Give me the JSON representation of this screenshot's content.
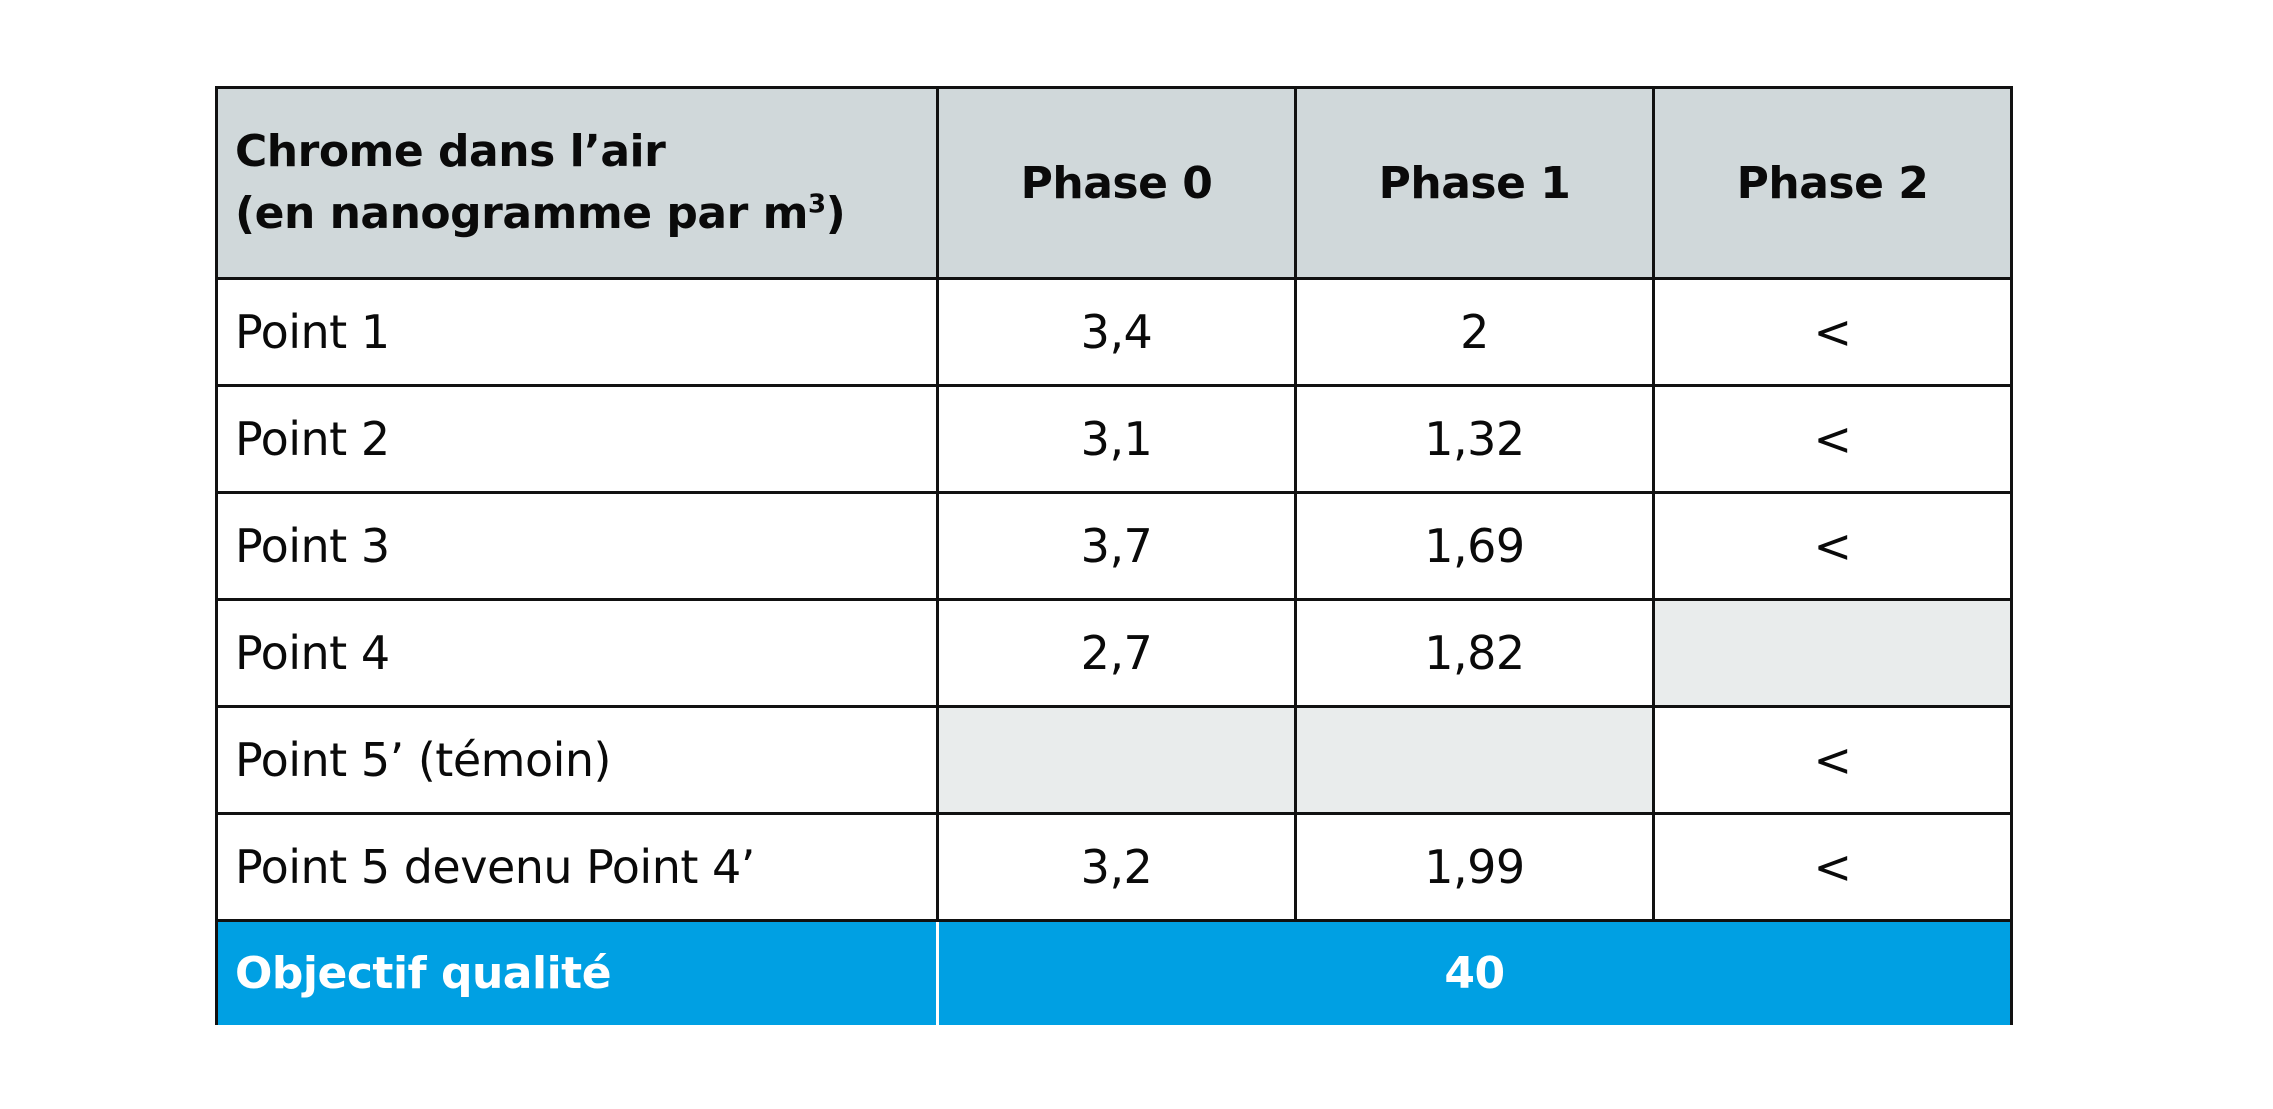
{
  "table": {
    "header": {
      "title_line1": "Chrome dans l’air",
      "title_line2_prefix": "(en nanogramme par m",
      "title_line2_sup": "3",
      "title_line2_suffix": ")",
      "columns": [
        "Phase 0",
        "Phase 1",
        "Phase 2"
      ]
    },
    "rows": [
      {
        "label": "Point 1",
        "values": [
          "3,4",
          "2",
          "<"
        ]
      },
      {
        "label": "Point 2",
        "values": [
          "3,1",
          "1,32",
          "<"
        ]
      },
      {
        "label": "Point 3",
        "values": [
          "3,7",
          "1,69",
          "<"
        ]
      },
      {
        "label": "Point 4",
        "values": [
          "2,7",
          "1,82",
          ""
        ]
      },
      {
        "label": "Point 5’ (témoin)",
        "values": [
          "",
          "",
          "<"
        ]
      },
      {
        "label": "Point 5 devenu Point 4’",
        "values": [
          "3,2",
          "1,99",
          "<"
        ]
      }
    ],
    "footer": {
      "label": "Objectif qualité",
      "value": "40"
    }
  },
  "colors": {
    "header_bg": "#d0d8da",
    "empty_cell_bg": "#e9ecec",
    "footer_bg": "#00a0e3",
    "footer_text": "#ffffff",
    "border": "#111111"
  }
}
